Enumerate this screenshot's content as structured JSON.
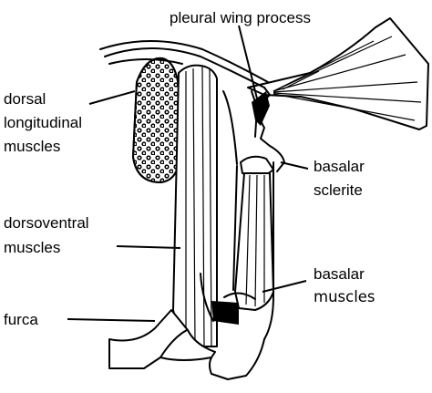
{
  "labels": {
    "pleural_wing_process": "pleural wing process",
    "dorsal_longitudinal": [
      "dorsal",
      "longitudinal",
      "muscles"
    ],
    "basalar_sclerite": [
      "basalar",
      "sclerite"
    ],
    "dorsoventral": [
      "dorsoventral",
      "muscles"
    ],
    "basalar_muscles": [
      "basalar",
      "muscles"
    ],
    "furca": "furca"
  },
  "colors": {
    "line": "#000000",
    "background": "#ffffff"
  }
}
